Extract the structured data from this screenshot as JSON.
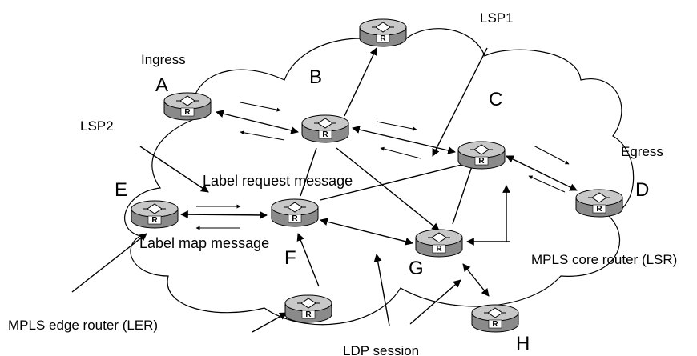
{
  "diagram": {
    "nodes": {
      "A": "A",
      "B": "B",
      "C": "C",
      "D": "D",
      "E": "E",
      "F": "F",
      "G": "G",
      "H": "H"
    },
    "router_glyph": "R",
    "labels": {
      "ingress": "Ingress",
      "egress": "Egress",
      "lsp1": "LSP1",
      "lsp2": "LSP2",
      "label_request": "Label request message",
      "label_map": "Label map message",
      "core_router": "MPLS core router (LSR)",
      "edge_router": "MPLS edge router (LER)",
      "ldp_session": "LDP session"
    },
    "colors": {
      "line": "#000000",
      "router_top": "#c8c8c8",
      "router_side": "#8a8a8a",
      "background": "#ffffff"
    }
  }
}
